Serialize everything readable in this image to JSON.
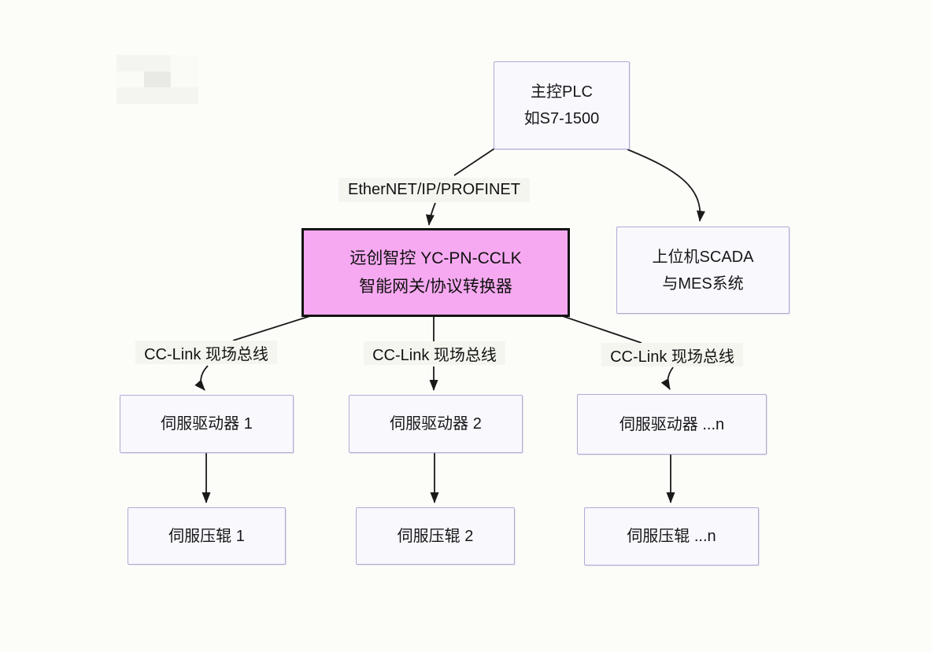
{
  "diagram": {
    "title_none_visible": "",
    "nodes": {
      "plc": {
        "line1": "主控PLC",
        "line2": "如S7-1500"
      },
      "gateway": {
        "line1": "远创智控 YC-PN-CCLK",
        "line2": "智能网关/协议转换器"
      },
      "scada": {
        "line1": "上位机SCADA",
        "line2": "与MES系统"
      },
      "drive1": {
        "label": "伺服驱动器 1"
      },
      "drive2": {
        "label": "伺服驱动器 2"
      },
      "driveN": {
        "label": "伺服驱动器 ...n"
      },
      "roller1": {
        "label": "伺服压辊 1"
      },
      "roller2": {
        "label": "伺服压辊 2"
      },
      "rollerN": {
        "label": "伺服压辊 ...n"
      }
    },
    "edge_labels": {
      "ethernet": "EtherNET/IP/PROFINET",
      "cclink_left": "CC-Link 现场总线",
      "cclink_mid": "CC-Link 现场总线",
      "cclink_right": "CC-Link 现场总线"
    },
    "edges": [
      {
        "from": "plc",
        "to": "gateway",
        "label": "EtherNET/IP/PROFINET"
      },
      {
        "from": "plc",
        "to": "scada",
        "label": ""
      },
      {
        "from": "gateway",
        "to": "drive1",
        "label": "CC-Link 现场总线"
      },
      {
        "from": "gateway",
        "to": "drive2",
        "label": "CC-Link 现场总线"
      },
      {
        "from": "gateway",
        "to": "driveN",
        "label": "CC-Link 现场总线"
      },
      {
        "from": "drive1",
        "to": "roller1",
        "label": ""
      },
      {
        "from": "drive2",
        "to": "roller2",
        "label": ""
      },
      {
        "from": "driveN",
        "to": "rollerN",
        "label": ""
      }
    ],
    "colors": {
      "page_background": "#fcfcf9",
      "node_fill": "#f8f8fd",
      "node_border": "#b1abd4",
      "gateway_fill": "#f6a9f1",
      "gateway_border": "#141414",
      "edge_line": "#1a1a1a",
      "text": "#17171a",
      "edge_label_bg": "#f5f5f0"
    }
  }
}
